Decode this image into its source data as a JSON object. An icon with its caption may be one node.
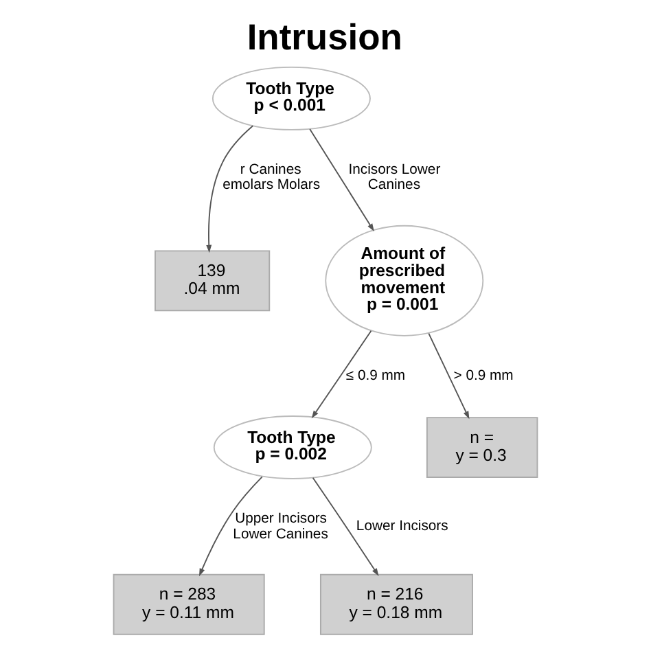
{
  "diagram": {
    "title": "Intrusion",
    "nodes": [
      {
        "text": [
          "Tooth Type",
          "p < 0.001"
        ]
      },
      {
        "text": [
          "139",
          ".04 mm"
        ]
      },
      {
        "text": [
          "Amount of prescribed movement",
          "p = 0.001"
        ]
      },
      {
        "text": [
          "Tooth Type",
          "p = 0.002"
        ]
      },
      {
        "text": [
          "n =",
          "y = 0.3"
        ]
      },
      {
        "text": [
          "n = 283",
          "y = 0.11 mm"
        ]
      },
      {
        "text": [
          "n = 216",
          "y = 0.18 mm"
        ]
      }
    ],
    "edges": [
      {
        "from": 0,
        "to": 1,
        "arrow": "to",
        "label": "r Canines emolars Molars"
      },
      {
        "from": 0,
        "to": 2,
        "arrow": "to",
        "label": "Incisors Lower Canines"
      },
      {
        "from": 2,
        "to": 3,
        "arrow": "to",
        "label": "≤ 0.9 mm"
      },
      {
        "from": 2,
        "to": 4,
        "arrow": "to",
        "label": "> 0.9 mm"
      },
      {
        "from": 3,
        "to": 5,
        "arrow": "to",
        "label": "Upper Incisors Lower Canines"
      },
      {
        "from": 3,
        "to": 6,
        "arrow": "to",
        "label": "Lower Incisors"
      }
    ]
  }
}
